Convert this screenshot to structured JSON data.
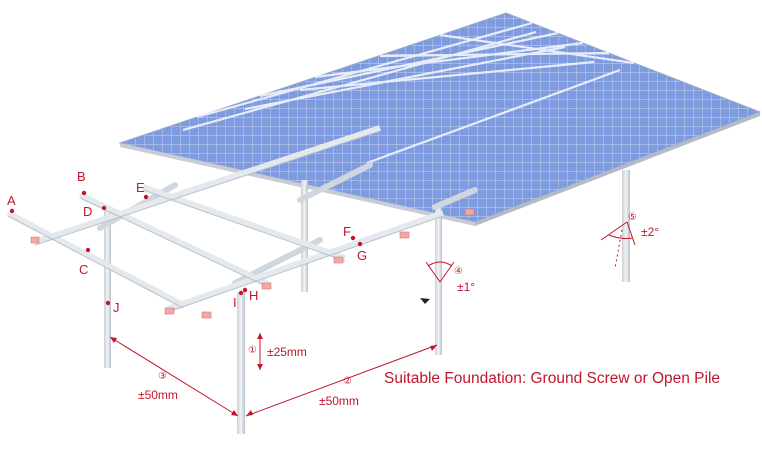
{
  "point_labels": [
    "A",
    "B",
    "C",
    "D",
    "E",
    "F",
    "G",
    "H",
    "I",
    "J"
  ],
  "tolerances": [
    {
      "marker": "①",
      "value": "±25mm"
    },
    {
      "marker": "②",
      "value": "±50mm"
    },
    {
      "marker": "③",
      "value": "±50mm"
    },
    {
      "marker": "④",
      "value": "±1°"
    },
    {
      "marker": "⑤",
      "value": "±2°"
    }
  ],
  "caption": "Suitable Foundation: Ground Screw or Open Pile",
  "colors": {
    "annotation": "#c0172b",
    "panel": "#6f8fd8",
    "steel": "#dfe5eb"
  }
}
